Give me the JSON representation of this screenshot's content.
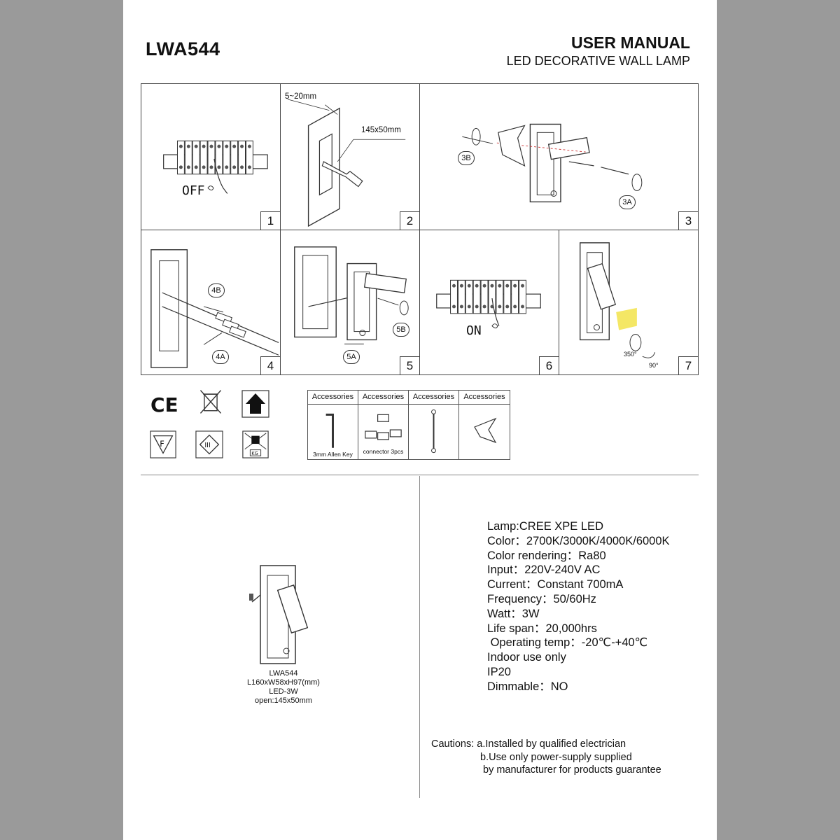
{
  "header": {
    "model": "LWA544",
    "title": "USER MANUAL",
    "subtitle": "LED DECORATIVE WALL LAMP"
  },
  "steps": [
    {
      "number": "1",
      "label": "OFF"
    },
    {
      "number": "2",
      "dim_depth": "5~20mm",
      "dim_cutout": "145x50mm"
    },
    {
      "number": "3",
      "callout_a": "3A",
      "callout_b": "3B"
    },
    {
      "number": "4",
      "callout_a": "4A",
      "callout_b": "4B"
    },
    {
      "number": "5",
      "callout_a": "5A",
      "callout_b": "5B"
    },
    {
      "number": "6",
      "label": "ON"
    },
    {
      "number": "7",
      "angle_rotate": "350°",
      "angle_tilt": "90°"
    }
  ],
  "certifications": [
    "CE mark",
    "WEEE bin",
    "indoor use",
    "F mark",
    "class III",
    "weight KG"
  ],
  "accessories": [
    {
      "header": "Accessories",
      "caption": "3mm Allen Key",
      "icon": "allen-key-icon"
    },
    {
      "header": "Accessories",
      "caption": "connector 3pcs",
      "icon": "connector-icon"
    },
    {
      "header": "Accessories",
      "caption": "",
      "icon": "screw-icon"
    },
    {
      "header": "Accessories",
      "caption": "",
      "icon": "spring-clip-icon"
    }
  ],
  "product": {
    "model": "LWA544",
    "size": "L160xW58xH97(mm)",
    "power": "LED-3W",
    "opening": "open:145x50mm"
  },
  "specs": [
    "Lamp:CREE XPE LED",
    "Color：2700K/3000K/4000K/6000K",
    "Color rendering：Ra80",
    "Input：220V-240V AC",
    "Current：Constant 700mA",
    "Frequency：50/60Hz",
    "Watt：3W",
    "Life span：20,000hrs",
    " Operating temp：-20℃-+40℃",
    "Indoor use only",
    "IP20",
    "Dimmable：NO"
  ],
  "cautions": {
    "line1": "Cautions: a.Installed by qualified electrician",
    "line2": "b.Use only power-supply supplied",
    "line3": "by manufacturer for products guarantee"
  },
  "colors": {
    "page_bg": "#9a9a9a",
    "paper": "#ffffff",
    "light_beam": "#f2e34a"
  }
}
